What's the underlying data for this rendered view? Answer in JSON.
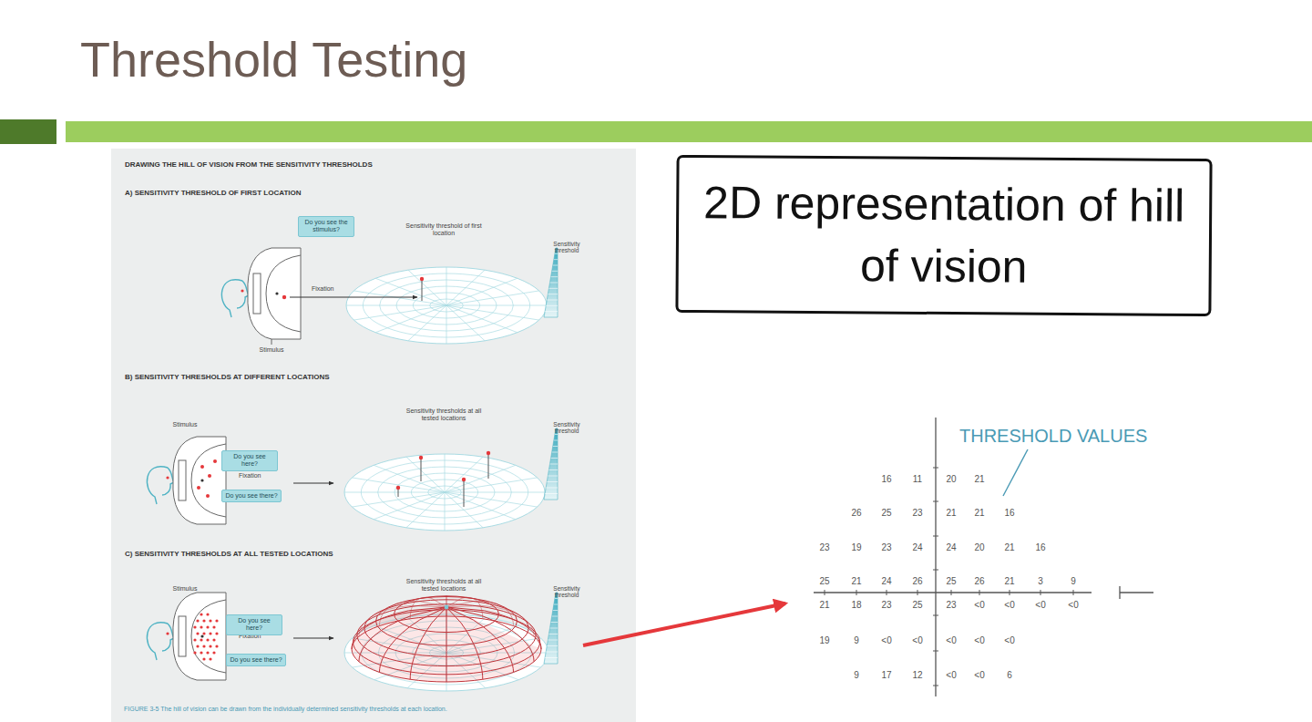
{
  "diagram": {
    "title": "Threshold Testing",
    "caption": "FIGURE 3-5 The hill of vision can be drawn from the individually determined sensitivity thresholds at each location.",
    "nodes": [
      {
        "text": [
          "Do you see the stimulus?"
        ]
      },
      {
        "text": [
          "Do you see here?"
        ]
      },
      {
        "text": [
          "Do you see there?"
        ]
      },
      {
        "text": [
          "Do you see here?"
        ]
      },
      {
        "text": [
          "Do you see there?"
        ]
      },
      {
        "text": [
          "2D representation of hill of vision"
        ]
      }
    ],
    "labels": [
      "DRAWING THE HILL OF VISION FROM THE SENSITIVITY THRESHOLDS",
      "A) SENSITIVITY THRESHOLD OF FIRST LOCATION",
      "Sensitivity threshold of first location",
      "Sensitivity threshold",
      "Fixation",
      "Stimulus",
      "B) SENSITIVITY THRESHOLDS AT DIFFERENT LOCATIONS",
      "Stimulus",
      "Fixation",
      "Sensitivity thresholds at all tested locations",
      "Sensitivity threshold",
      "C) SENSITIVITY THRESHOLDS AT ALL TESTED LOCATIONS",
      "Stimulus",
      "Fixation",
      "Sensitivity thresholds at all tested locations",
      "Sensitivity threshold",
      "16",
      "11",
      "20",
      "21",
      "26",
      "25",
      "23",
      "21",
      "21",
      "16",
      "23",
      "19",
      "23",
      "24",
      "24",
      "20",
      "21",
      "16",
      "25",
      "21",
      "24",
      "26",
      "25",
      "26",
      "21",
      "3",
      "9",
      "21",
      "18",
      "23",
      "25",
      "23",
      "<0",
      "<0",
      "<0",
      "<0",
      "19",
      "9",
      "<0",
      "<0",
      "<0",
      "<0",
      "<0",
      "9",
      "17",
      "12",
      "<0",
      "<0",
      "6",
      "THRESHOLD VALUES"
    ]
  }
}
